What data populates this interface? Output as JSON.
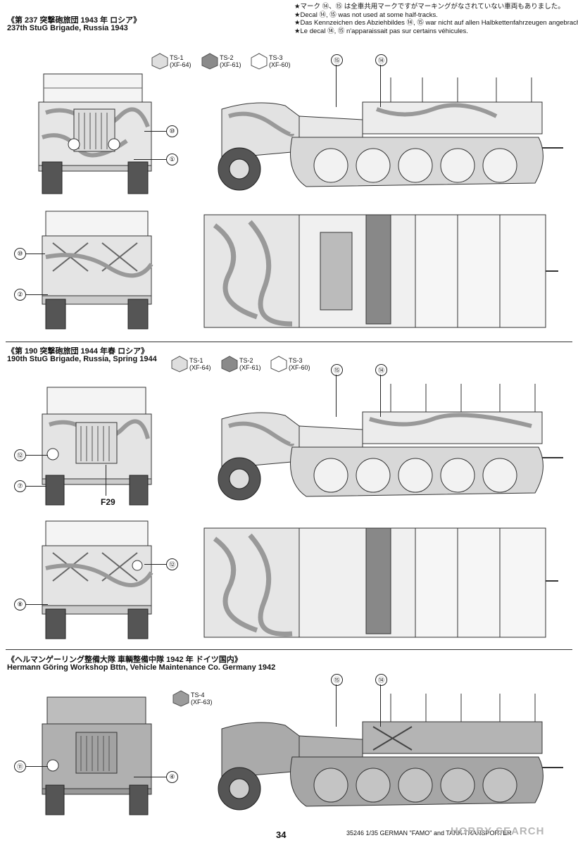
{
  "notes": [
    "★マーク ⑭、⑮ は全車共用マークですがマーキングがなされていない車両もありました。",
    "★Decal ⑭, ⑮ was not used at some half-tracks.",
    "★Das Kennzeichen des Abziehbildes ⑭, ⑮ war nicht auf allen Halbkettenfahrzeugen angebracht.",
    "★Le decal ⑭, ⑮ n'apparaissait pas sur certains véhicules."
  ],
  "sections": [
    {
      "title_jp": "《第 237 突撃砲旅団 1943 年 ロシア》",
      "title_en": "237th StuG Brigade, Russia 1943",
      "swatches": [
        {
          "code": "TS-1",
          "sub": "(XF-64)",
          "color": "#dedede"
        },
        {
          "code": "TS-2",
          "sub": "(XF-61)",
          "color": "#8a8a8a"
        },
        {
          "code": "TS-3",
          "sub": "(XF-60)",
          "color": "#ffffff"
        }
      ],
      "callouts": {
        "front_a": "⑩",
        "front_b": "①",
        "rear_a": "⑩",
        "rear_b": "②",
        "side_a": "⑮",
        "side_b": "⑭"
      }
    },
    {
      "title_jp": "《第 190 突撃砲旅団 1944 年春 ロシア》",
      "title_en": "190th StuG Brigade, Russia, Spring 1944",
      "swatches": [
        {
          "code": "TS-1",
          "sub": "(XF-64)",
          "color": "#dedede"
        },
        {
          "code": "TS-2",
          "sub": "(XF-61)",
          "color": "#8a8a8a"
        },
        {
          "code": "TS-3",
          "sub": "(XF-60)",
          "color": "#ffffff"
        }
      ],
      "callouts": {
        "front_a": "⑫",
        "front_b": "⑦",
        "rear_a": "⑫",
        "rear_b": "⑧",
        "side_a": "⑮",
        "side_b": "⑭"
      },
      "label": "F29"
    },
    {
      "title_jp": "《ヘルマンゲーリング整備大隊 車輌整備中隊 1942 年 ドイツ国内》",
      "title_en": "Hermann Göring Workshop Bttn, Vehicle Maintenance Co. Germany 1942",
      "swatches": [
        {
          "code": "TS-4",
          "sub": "(XF-63)",
          "color": "#9b9b9b"
        }
      ],
      "callouts": {
        "front_a": "⑪",
        "front_b": "④",
        "side_a": "⑮",
        "side_b": "⑭"
      }
    }
  ],
  "page_number": "34",
  "footer": "35246 1/35 GERMAN \"FAMO\" and TANK TRANSPORTER",
  "watermark": "HOBBY SEARCH"
}
